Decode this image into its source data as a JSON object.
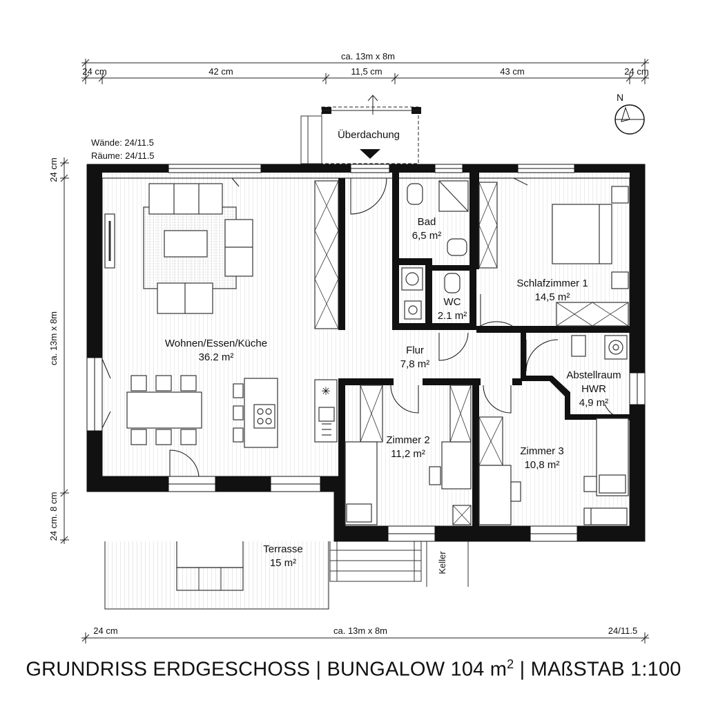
{
  "dimensions": {
    "top_overall": "ca. 13m x 8m",
    "top_segments": [
      "24 cm",
      "42 cm",
      "11,5 cm",
      "43 cm",
      "24 cm"
    ],
    "left_top": "24 cm",
    "left_overall": "ca. 13m x 8m",
    "left_bottom": "24 cm. 8 cm",
    "bottom_left": "24 cm",
    "bottom_overall": "ca. 13m x 8m",
    "bottom_right": "24/11.5"
  },
  "notes": {
    "walls": "Wände: 24/11.5",
    "rooms": "Räume: 24/11.5"
  },
  "compass": {
    "label": "N"
  },
  "entrance": {
    "label": "Überdachung"
  },
  "rooms": {
    "living": {
      "name": "Wohnen/Essen/Küche",
      "area": "36.2 m²"
    },
    "bath": {
      "name": "Bad",
      "area": "6,5 m²"
    },
    "wc": {
      "name": "WC",
      "area": "2.1 m²"
    },
    "bedroom1": {
      "name": "Schlafzimmer 1",
      "area": "14,5 m²"
    },
    "hall": {
      "name": "Flur",
      "area": "7,8 m²"
    },
    "storage": {
      "name": "Abstellraum",
      "name2": "HWR",
      "area": "4,9 m²"
    },
    "room2": {
      "name": "Zimmer 2",
      "area": "11,2 m²"
    },
    "room3": {
      "name": "Zimmer 3",
      "area": "10,8 m²"
    },
    "terrace": {
      "name": "Terrasse",
      "area": "15 m²"
    },
    "cellar": {
      "name": "Keller"
    }
  },
  "title": {
    "main": "GRUNDRISS ERDGESCHOSS | BUNGALOW 104 m",
    "sup": "2",
    "tail": " | MAßSTAB 1:100"
  }
}
